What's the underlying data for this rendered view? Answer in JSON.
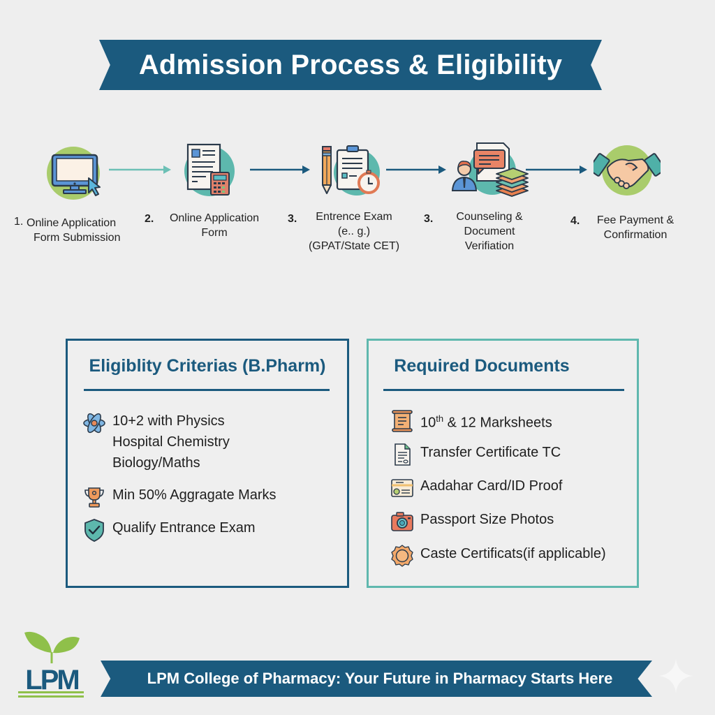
{
  "title": "Admission Process & Eligibility",
  "colors": {
    "primary": "#1b5a7e",
    "teal": "#5fb8ae",
    "green": "#8fc04a",
    "orange": "#e88a5a",
    "background": "#eeeeee"
  },
  "process": {
    "steps": [
      {
        "number": "1.",
        "label": "Online Application Form Submission",
        "line1": "Online Application",
        "line2": "Form Submission",
        "icon": "computer-monitor-cursor-icon"
      },
      {
        "number": "2.",
        "label": "Online Application Form",
        "line1": "Online Application",
        "line2": "Form",
        "icon": "application-form-calculator-icon"
      },
      {
        "number": "3.",
        "label": "Entrence Exam (e.. g.) (GPAT/State CET)",
        "line1": "Entrence Exam",
        "line2": "(e.. g.)",
        "line3": "(GPAT/State CET)",
        "icon": "exam-clipboard-pencil-timer-icon"
      },
      {
        "number": "3.",
        "label": "Counseling & Document Verifiation",
        "line1": "Counseling &",
        "line2": "Document",
        "line3": "Verifiation",
        "icon": "counselor-documents-icon"
      },
      {
        "number": "4.",
        "label": "Fee Payment & Confirmation",
        "line1": "Fee Payment &",
        "line2": "Confirmation",
        "icon": "handshake-icon"
      }
    ]
  },
  "eligibility": {
    "title": "Eligiblity Criterias (B.Pharm)",
    "items": [
      {
        "icon": "atom-icon",
        "lines": [
          "10+2 with Physics",
          "Hospital Chemistry",
          "Biology/Maths"
        ]
      },
      {
        "icon": "trophy-icon",
        "lines": [
          "Min 50% Aggragate Marks"
        ]
      },
      {
        "icon": "shield-check-icon",
        "lines": [
          "Qualify Entrance Exam"
        ]
      }
    ]
  },
  "documents": {
    "title": "Required Documents",
    "items": [
      {
        "icon": "scroll-icon",
        "pre": "10",
        "sup": "th",
        "post": " & 12 Marksheets"
      },
      {
        "icon": "certificate-document-icon",
        "text": "Transfer Certificate TC"
      },
      {
        "icon": "id-card-icon",
        "text": "Aadahar Card/ID Proof"
      },
      {
        "icon": "camera-icon",
        "text": "Passport Size Photos"
      },
      {
        "icon": "seal-badge-icon",
        "text": "Caste Certificats(if applicable)"
      }
    ]
  },
  "footer": {
    "logo_text": "LPM",
    "tagline": "LPM College of Pharmacy: Your Future in Pharmacy Starts Here"
  }
}
